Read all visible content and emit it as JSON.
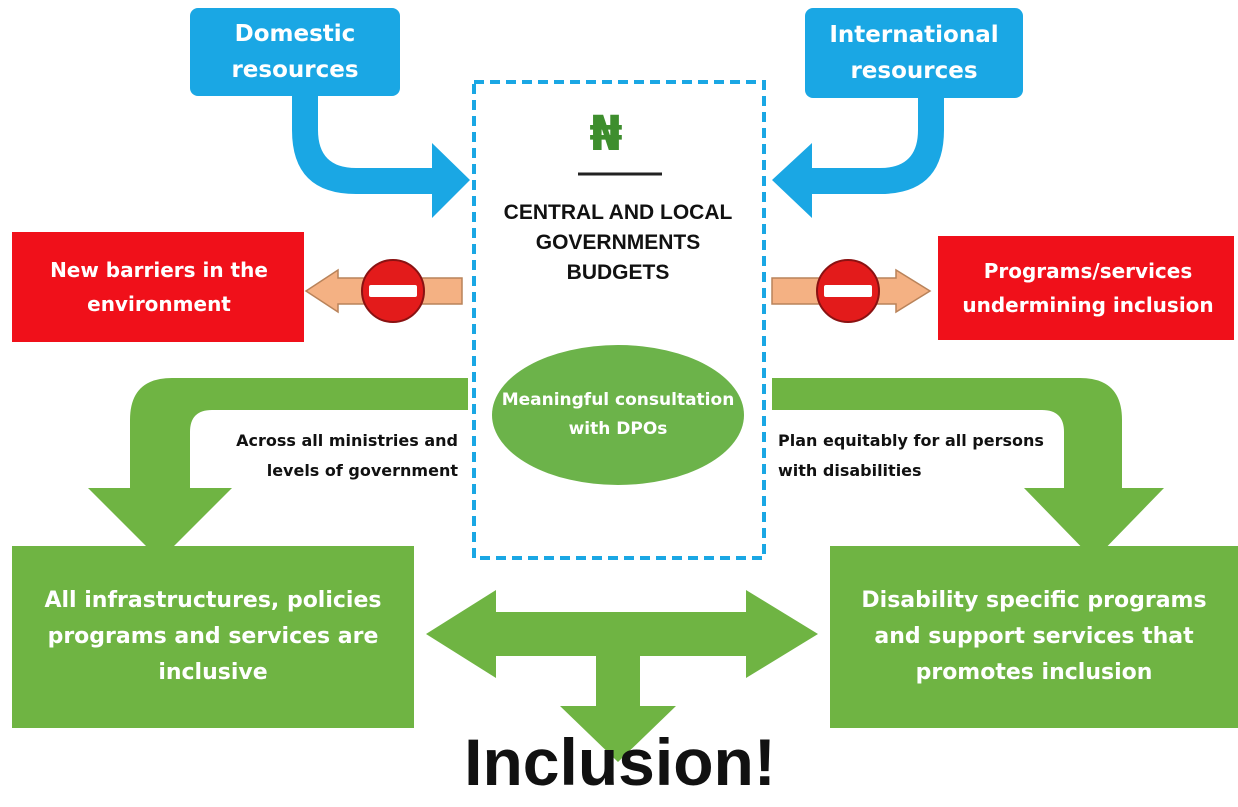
{
  "blue_boxes": {
    "domestic": "Domestic resources",
    "international": "International resources"
  },
  "currency_symbol": "₦",
  "center": {
    "title": "CENTRAL AND LOCAL GOVERNMENTS BUDGETS",
    "consultation": "Meaningful consultation with DPOs"
  },
  "red_boxes": {
    "left": "New barriers in the environment",
    "right": "Programs/services undermining inclusion"
  },
  "notes": {
    "left": "Across all ministries and levels of government",
    "right": "Plan equitably for all persons with disabilities"
  },
  "green_boxes": {
    "left": "All infrastructures, policies programs and services  are inclusive",
    "right": "Disability specific programs and support services that promotes inclusion"
  },
  "outcome": "Inclusion!",
  "colors": {
    "blue": "#1aa7e4",
    "red": "#f0101a",
    "green": "#6fb443",
    "oval_green": "#6cb34a",
    "dashed_border": "#1aa7e4",
    "peach_arrow": "#f4b183",
    "no_entry_red": "#e31b1b"
  },
  "icons": [
    "naira-currency-icon",
    "no-entry-icon",
    "arrow-icon"
  ]
}
